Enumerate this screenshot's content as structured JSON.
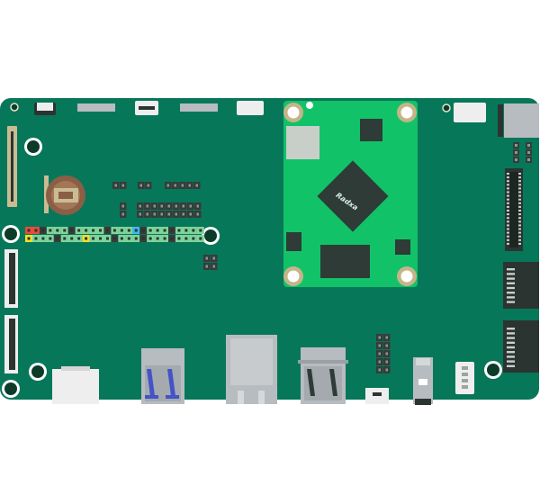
{
  "colors": {
    "pcb": "#07775a",
    "pcb_edge": "#056a50",
    "module": "#12c268",
    "chip": "#2e3b36",
    "mount_ring": "#c6b489",
    "hole_ring": "#0c3b2a",
    "metal": "#b7bcc0",
    "metal_dark": "#8b9297",
    "white_conn": "#eeeeee",
    "header_pin": "#353c3a",
    "pin_green": "#7fd49a",
    "pin_red": "#e84c3d",
    "pin_yellow": "#f1e02a",
    "pin_blue": "#3fb8f2",
    "usb3_blue": "#4453c9",
    "sd_tan": "#c9bc93"
  },
  "module": {
    "logo_text": "Radxa"
  },
  "gpio_colors": {
    "top_row": [
      "red",
      "red",
      "dark",
      "green",
      "green",
      "green",
      "dark",
      "green",
      "green",
      "green",
      "green",
      "dark",
      "green",
      "green",
      "green",
      "blue",
      "dark",
      "green",
      "green",
      "green",
      "dark",
      "green",
      "green",
      "green",
      "green"
    ],
    "bottom_row": [
      "yellow",
      "green",
      "green",
      "green",
      "dark",
      "green",
      "green",
      "green",
      "yellow",
      "green",
      "green",
      "green",
      "dark",
      "green",
      "green",
      "green",
      "dark",
      "green",
      "green",
      "green",
      "dark",
      "green",
      "green",
      "green",
      "green"
    ]
  }
}
